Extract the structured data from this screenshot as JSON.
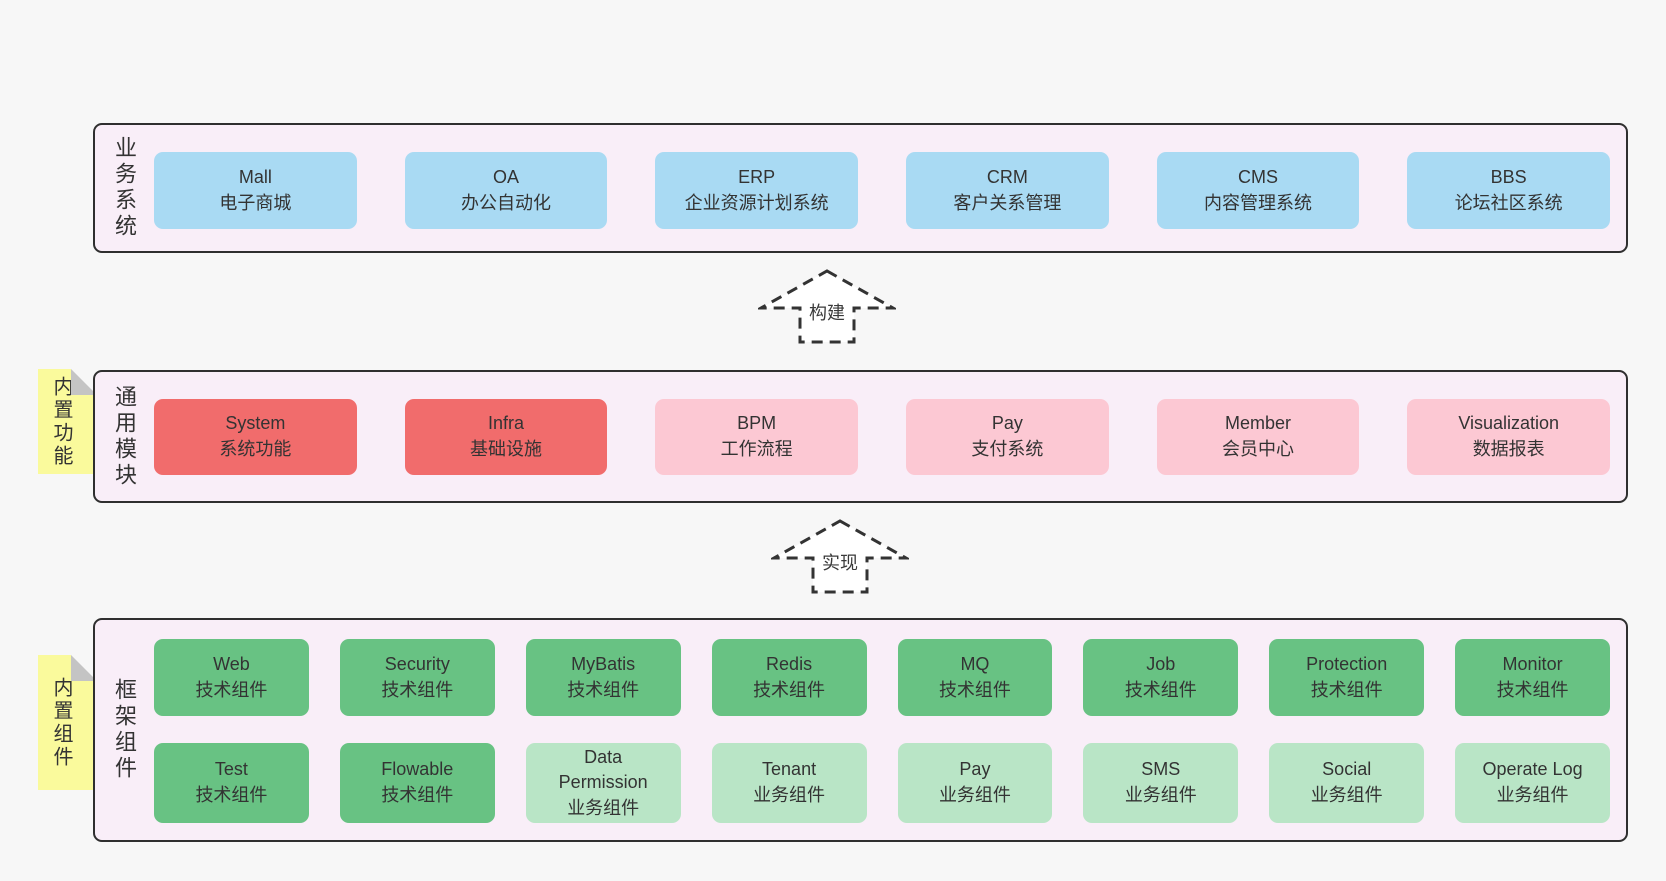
{
  "colors": {
    "page_bg": "#f7f7f7",
    "panel_bg": "#f9eef8",
    "panel_border": "#2f2f2f",
    "business_card_blue": "#a9daf3",
    "module_card_red": "#f16c6c",
    "module_card_pink": "#fcc8d3",
    "component_card_green": "#68c283",
    "component_card_light_green": "#b9e5c6",
    "sticky_yellow": "#fafa9c",
    "sticky_fold_gray": "#c4c4c4",
    "text": "#333333"
  },
  "arrows": [
    {
      "label": "构建"
    },
    {
      "label": "实现"
    }
  ],
  "sections": [
    {
      "label": "业务系统",
      "items": [
        {
          "name": "Mall",
          "desc": "电子商城"
        },
        {
          "name": "OA",
          "desc": "办公自动化"
        },
        {
          "name": "ERP",
          "desc": "企业资源计划系统"
        },
        {
          "name": "CRM",
          "desc": "客户关系管理"
        },
        {
          "name": "CMS",
          "desc": "内容管理系统"
        },
        {
          "name": "BBS",
          "desc": "论坛社区系统"
        }
      ]
    },
    {
      "label": "通用模块",
      "sticky": "内置功能",
      "items": [
        {
          "name": "System",
          "desc": "系统功能"
        },
        {
          "name": "Infra",
          "desc": "基础设施"
        },
        {
          "name": "BPM",
          "desc": "工作流程"
        },
        {
          "name": "Pay",
          "desc": "支付系统"
        },
        {
          "name": "Member",
          "desc": "会员中心"
        },
        {
          "name": "Visualization",
          "desc": "数据报表"
        }
      ]
    },
    {
      "label": "框架组件",
      "sticky": "内置组件",
      "rows": [
        [
          {
            "name": "Web",
            "desc": "技术组件"
          },
          {
            "name": "Security",
            "desc": "技术组件"
          },
          {
            "name": "MyBatis",
            "desc": "技术组件"
          },
          {
            "name": "Redis",
            "desc": "技术组件"
          },
          {
            "name": "MQ",
            "desc": "技术组件"
          },
          {
            "name": "Job",
            "desc": "技术组件"
          },
          {
            "name": "Protection",
            "desc": "技术组件"
          },
          {
            "name": "Monitor",
            "desc": "技术组件"
          }
        ],
        [
          {
            "name": "Test",
            "desc": "技术组件"
          },
          {
            "name": "Flowable",
            "desc": "技术组件"
          },
          {
            "name": "Data Permission",
            "desc": "业务组件"
          },
          {
            "name": "Tenant",
            "desc": "业务组件"
          },
          {
            "name": "Pay",
            "desc": "业务组件"
          },
          {
            "name": "SMS",
            "desc": "业务组件"
          },
          {
            "name": "Social",
            "desc": "业务组件"
          },
          {
            "name": "Operate Log",
            "desc": "业务组件"
          }
        ]
      ]
    }
  ]
}
